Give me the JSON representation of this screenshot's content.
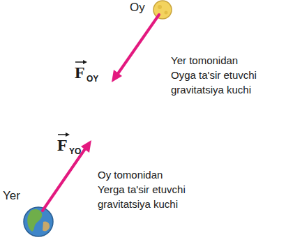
{
  "diagram": {
    "labels": [
      "Oy",
      "Yer tomonidan Oyga ta'sir etuvchi gravitatsiya kuchi",
      "F",
      "OY",
      "F",
      "YO",
      "Oy tomonidan Yerga ta'sir etuvchi gravitatsiya kuchi",
      "Yer"
    ]
  }
}
